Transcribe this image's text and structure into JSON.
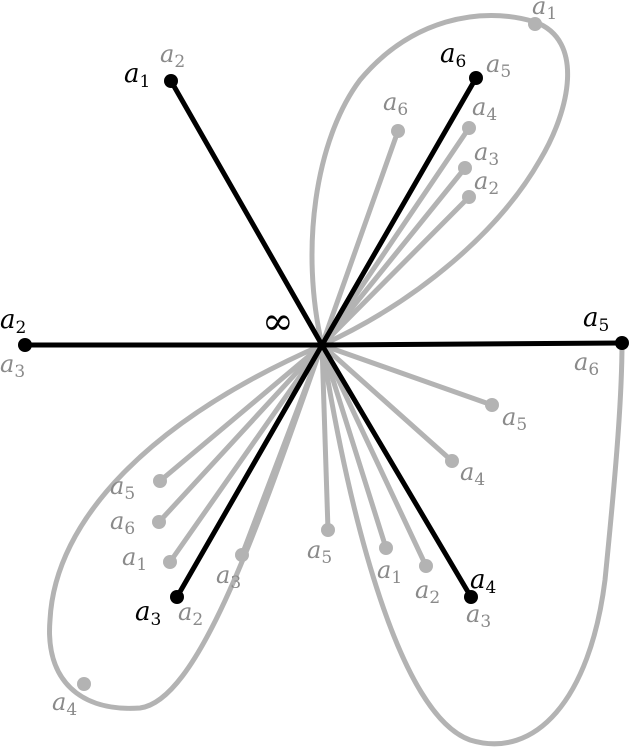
{
  "center": {
    "symbol": "∞"
  },
  "black_points": [
    {
      "id": "a1",
      "labels": [
        {
          "base": "a",
          "sub": "1",
          "color": "black"
        },
        {
          "base": "a",
          "sub": "2",
          "color": "gray"
        }
      ]
    },
    {
      "id": "a2",
      "labels": [
        {
          "base": "a",
          "sub": "2",
          "color": "black"
        },
        {
          "base": "a",
          "sub": "3",
          "color": "gray"
        }
      ]
    },
    {
      "id": "a3",
      "labels": [
        {
          "base": "a",
          "sub": "3",
          "color": "black"
        },
        {
          "base": "a",
          "sub": "2",
          "color": "gray"
        }
      ]
    },
    {
      "id": "a4",
      "labels": [
        {
          "base": "a",
          "sub": "4",
          "color": "black"
        },
        {
          "base": "a",
          "sub": "3",
          "color": "gray"
        }
      ]
    },
    {
      "id": "a5",
      "labels": [
        {
          "base": "a",
          "sub": "5",
          "color": "black"
        },
        {
          "base": "a",
          "sub": "6",
          "color": "gray"
        }
      ]
    },
    {
      "id": "a6",
      "labels": [
        {
          "base": "a",
          "sub": "6",
          "color": "black"
        },
        {
          "base": "a",
          "sub": "5",
          "color": "gray"
        }
      ]
    }
  ],
  "gray_points": [
    {
      "id": "g-ne-6",
      "label": {
        "base": "a",
        "sub": "6"
      }
    },
    {
      "id": "g-ne-4",
      "label": {
        "base": "a",
        "sub": "4"
      }
    },
    {
      "id": "g-ne-3",
      "label": {
        "base": "a",
        "sub": "3"
      }
    },
    {
      "id": "g-ne-2",
      "label": {
        "base": "a",
        "sub": "2"
      }
    },
    {
      "id": "g-loop-ne-1",
      "label": {
        "base": "a",
        "sub": "1"
      }
    },
    {
      "id": "g-e-5",
      "label": {
        "base": "a",
        "sub": "5"
      }
    },
    {
      "id": "g-e-4",
      "label": {
        "base": "a",
        "sub": "4"
      }
    },
    {
      "id": "g-sw-5",
      "label": {
        "base": "a",
        "sub": "5"
      }
    },
    {
      "id": "g-sw-6",
      "label": {
        "base": "a",
        "sub": "6"
      }
    },
    {
      "id": "g-sw-1",
      "label": {
        "base": "a",
        "sub": "1"
      }
    },
    {
      "id": "g-s-3",
      "label": {
        "base": "a",
        "sub": "3"
      }
    },
    {
      "id": "g-s-5",
      "label": {
        "base": "a",
        "sub": "5"
      }
    },
    {
      "id": "g-s-1",
      "label": {
        "base": "a",
        "sub": "1"
      }
    },
    {
      "id": "g-s-2",
      "label": {
        "base": "a",
        "sub": "2"
      }
    },
    {
      "id": "g-loop-sw-4",
      "label": {
        "base": "a",
        "sub": "4"
      }
    }
  ],
  "colors": {
    "black": "#000000",
    "gray": "#b3b3b3",
    "gray_text": "#8a8a8a"
  }
}
